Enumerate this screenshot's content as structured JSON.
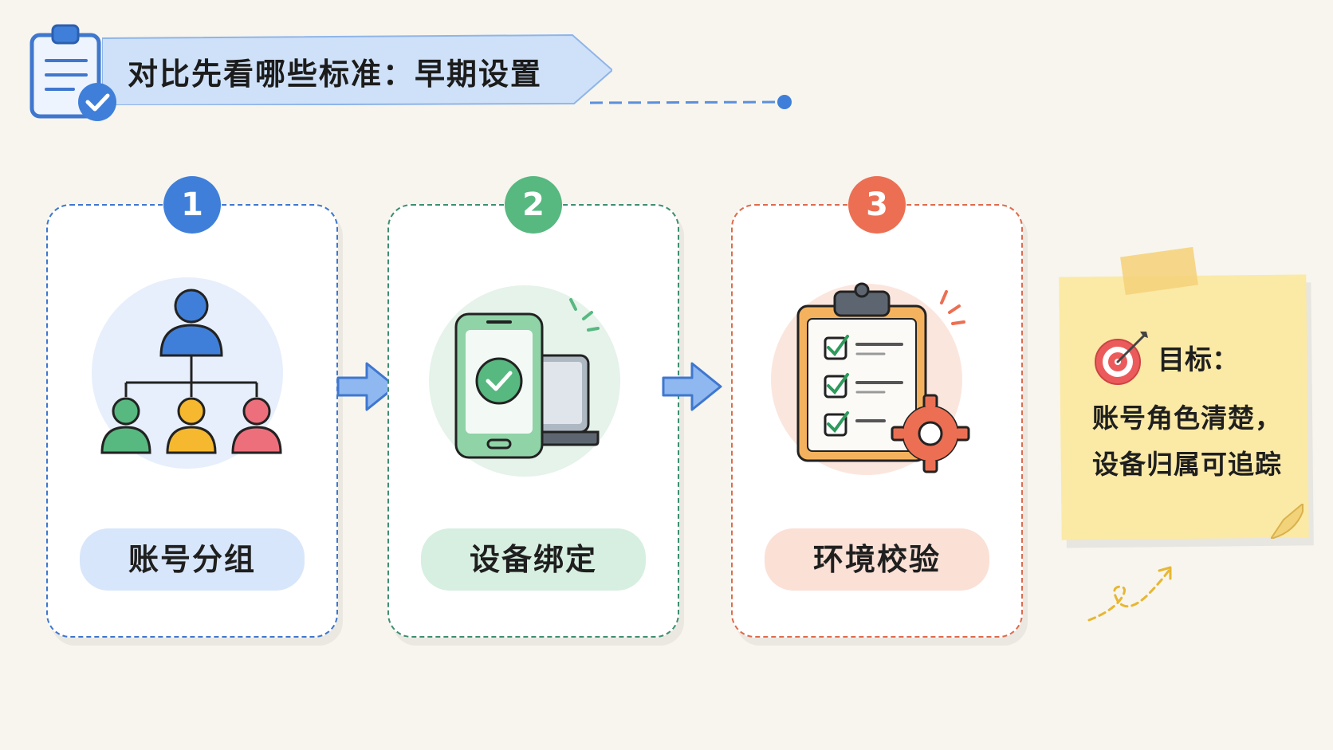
{
  "header": {
    "title": "对比先看哪些标准：早期设置"
  },
  "steps": [
    {
      "number": "1",
      "label": "账号分组"
    },
    {
      "number": "2",
      "label": "设备绑定"
    },
    {
      "number": "3",
      "label": "环境校验"
    }
  ],
  "note": {
    "goal_label": "目标：",
    "lines": [
      "账号角色清楚，",
      "设备归属可追踪"
    ]
  },
  "colors": {
    "blue": "#3f7fd9",
    "green": "#57b880",
    "coral": "#ec6f53",
    "note_yellow": "#fbe9a6"
  },
  "icons": {
    "header": "clipboard-check-icon",
    "step_1": "org-chart-icon",
    "step_2": "phone-laptop-check-icon",
    "step_3": "checklist-gear-icon",
    "note": "target-icon"
  }
}
